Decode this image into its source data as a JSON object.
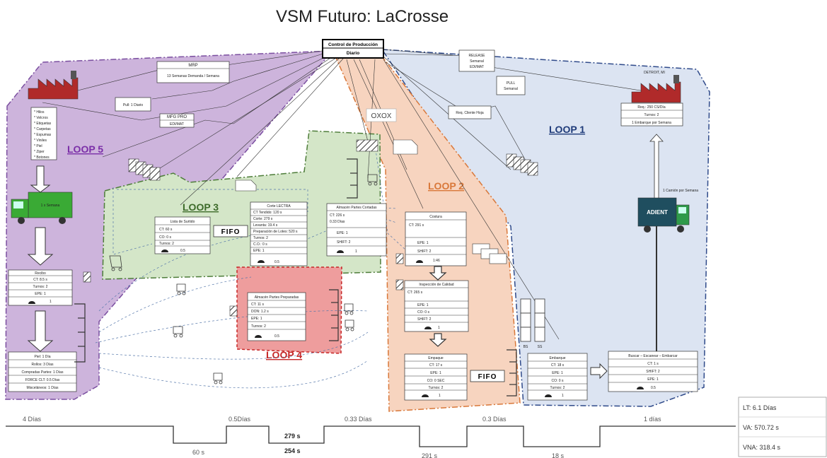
{
  "title": "VSM Futuro: LaCrosse",
  "control": {
    "line1": "Control de Producción",
    "line2": "Diario"
  },
  "loops": {
    "loop1": "LOOP 1",
    "loop2": "LOOP 2",
    "loop3": "LOOP 3",
    "loop4": "LOOP 4",
    "loop5": "LOOP 5"
  },
  "oxox": "OXOX",
  "mrp": {
    "title": "MRP",
    "sub": "13 Semanas Demanda / Semana"
  },
  "mfg": {
    "title": "MFG PRO",
    "sub": "EDI/MAT"
  },
  "pull_diario": "Pull: 1 Diario",
  "release": {
    "l1": "RELEASE",
    "l2": "Semanal",
    "l3": "EDI/MAT"
  },
  "pull_semanal": {
    "l1": "PULL",
    "l2": "Semanal"
  },
  "req_cliente": "Req. Cliente Hoja",
  "customer": {
    "location": "DETROIT, MI",
    "rows": [
      "Req.: 250 CS/Día",
      "Turnos: 2",
      "1 Embarque por Semana"
    ]
  },
  "supplier_items": [
    "* Hilos",
    "* Velcros",
    "* Etiquetas",
    "* Carpetas",
    "* Espumas",
    "* Viniles",
    "* Piel",
    "* Ziper",
    "* Botones"
  ],
  "truck_left": "1 x Semana",
  "truck_right_logo": "ADIENT",
  "truck_right_label": "1 Camión por Semana",
  "recibo": {
    "title": "Recibo",
    "rows": [
      "CT: 8.5 s",
      "Turnos: 2",
      "EPE: 1"
    ],
    "op": "1"
  },
  "piel": {
    "rows": [
      "Piel: 1 Día",
      "Rollos: 3 Días",
      "Compradas Partes: 1 Días",
      "FORCE CLT: 0.5 Días",
      "Misceláneos: 1 Días"
    ]
  },
  "lista": {
    "title": "Lista de Surtido",
    "rows": [
      "CT: 60 s",
      "CO: 0 s",
      "Turnos: 2"
    ],
    "op": "0.5"
  },
  "corte": {
    "title": "Corte LECTRA",
    "rows": [
      "CT Tendido: 120 s",
      "Corte: 279 s",
      "Levanta: 19.4 s",
      "Preparación de Lotes: 520 s",
      "Turnos: 2",
      "C.O.: 0 s",
      "EPE: 1"
    ],
    "op": "0.5"
  },
  "almacen_cortadas": {
    "title": "Almacén Partes Cortadas",
    "rows": [
      "CT: 226 s",
      "0.33 Días",
      "EPE: 1",
      "SHIFT: 2"
    ],
    "op": "1"
  },
  "almacen_preparadas": {
    "title": "Almacén Partes Preparadas",
    "rows": [
      "CT: 11 s",
      "DON: 1.2 s",
      "EPE: 1",
      "Turnos: 2"
    ],
    "op": "0.5"
  },
  "costura": {
    "title": "Costura",
    "rows": [
      "CT: 291 s",
      "EPE: 1",
      "SHIFT: 2"
    ],
    "op": "1:46"
  },
  "inspeccion": {
    "title": "Inspección de Calidad",
    "rows": [
      "CT: 265 s",
      "EPE: 1",
      "CO: 0 s",
      "SHIFT: 2"
    ],
    "op": "1"
  },
  "empaque": {
    "title": "Empaque",
    "rows": [
      "CT: 17 s",
      "EPE: 1",
      "CO: 0 SEC",
      "Turnos: 2"
    ],
    "op": "1"
  },
  "embarque": {
    "title": "Embarque",
    "rows": [
      "CT: 18 s",
      "EPE: 1",
      "CO: 0 s",
      "Turnos: 2"
    ],
    "op": "1"
  },
  "buscar": {
    "title": "Buscar – Escanear – Embarcar",
    "rows": [
      "CT: 1 s",
      "SHIFT: 2",
      "EPE: 1"
    ],
    "op": "0.5"
  },
  "fifo": "FIFO",
  "bs": "BS",
  "ss": "SS",
  "timeline": {
    "top": [
      "4 Días",
      "0.5Días",
      "0.33 Días",
      "0.3 Días",
      "1 días"
    ],
    "mid": [
      "279 s",
      "254 s"
    ],
    "bottom": [
      "60 s",
      "291 s",
      "18 s"
    ]
  },
  "summary": [
    "LT: 6.1 Días",
    "VA: 570.72 s",
    "VNA: 318.4 s"
  ]
}
